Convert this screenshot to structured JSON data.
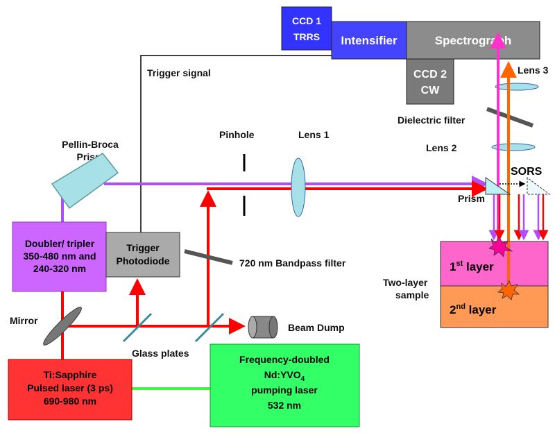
{
  "colors": {
    "uv_beam": "#b24dff",
    "red_beam": "#ff0000",
    "raman_magenta": "#ff33cc",
    "raman_orange": "#ff6600",
    "green_beam": "#33ff33",
    "ccd1": "#3333ff",
    "intensifier": "#4444ff",
    "spectrograph": "#8c8c8c",
    "ccd2": "#7a7a7a",
    "doubler": "#cc66ff",
    "photodiode": "#aaaaaa",
    "ti_sapphire": "#ff3333",
    "nd_yvo4": "#33ff66",
    "layer1": "#ff66cc",
    "layer2": "#ff9955",
    "optic": "#a8e0e8"
  },
  "boxes": {
    "ccd1": [
      "CCD 1",
      "TRRS"
    ],
    "intensifier": "Intensifier",
    "spectrograph": "Spectrograph",
    "ccd2": [
      "CCD 2",
      "CW"
    ],
    "doubler": [
      "Doubler/ tripler",
      "350-480 nm and",
      "240-320 nm"
    ],
    "photodiode": [
      "Trigger",
      "Photodiode"
    ],
    "ti_sapphire": [
      "Ti:Sapphire",
      "Pulsed laser (3 ps)",
      "690-980 nm"
    ],
    "nd_yvo4": [
      "Frequency-doubled",
      "Nd:YVO",
      "4",
      "pumping laser",
      "532 nm"
    ],
    "layer1": [
      "1",
      "st",
      " layer"
    ],
    "layer2": [
      "2",
      "nd",
      " layer"
    ]
  },
  "labels": {
    "trigger_signal": "Trigger signal",
    "lens3": "Lens 3",
    "dielectric_filter": "Dielectric filter",
    "lens2": "Lens 2",
    "pinhole": "Pinhole",
    "lens1": "Lens 1",
    "sors": "SORS",
    "prism": "Prism",
    "pellin_broca": [
      "Pellin-Broca",
      "Prism"
    ],
    "bandpass": "720 nm Bandpass filter",
    "two_layer": [
      "Two-layer",
      "sample"
    ],
    "mirror": "Mirror",
    "glass_plates": "Glass plates",
    "beam_dump": "Beam Dump"
  }
}
